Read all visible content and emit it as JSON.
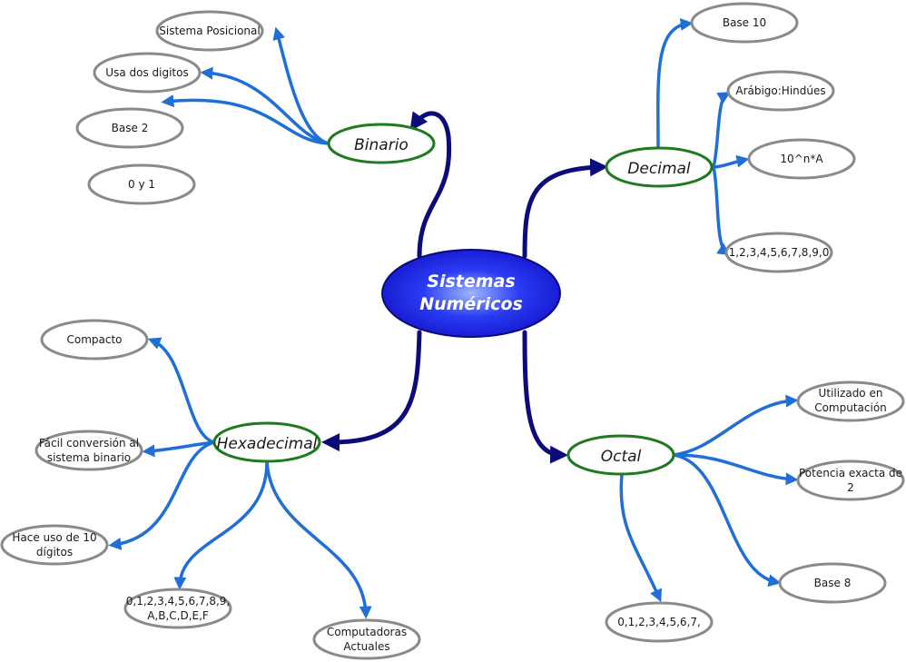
{
  "colors": {
    "center_fill": "#1a1ae6",
    "center_stroke": "#0a0a7a",
    "main_connector": "#0b0b7a",
    "branch_stroke": "#1e7a1e",
    "leaf_connector": "#1f6fd6",
    "leaf_stroke": "#8a8a8a",
    "center_text": "#ffffff",
    "branch_text": "#1a1a1a",
    "leaf_text": "#1a1a1a"
  },
  "center": {
    "lines": [
      "Sistemas",
      "Numéricos"
    ]
  },
  "branches": {
    "binario": {
      "label": "Binario"
    },
    "decimal": {
      "label": "Decimal"
    },
    "hexadecimal": {
      "label": "Hexadecimal"
    },
    "octal": {
      "label": "Octal"
    }
  },
  "leaves": {
    "binario_1": {
      "lines": [
        "Sistema Posicional"
      ]
    },
    "binario_2": {
      "lines": [
        "Usa dos digitos"
      ]
    },
    "binario_3": {
      "lines": [
        "Base 2"
      ]
    },
    "binario_4": {
      "lines": [
        "0 y 1"
      ]
    },
    "decimal_1": {
      "lines": [
        "Base 10"
      ]
    },
    "decimal_2": {
      "lines": [
        "Arábigo:Hindúes"
      ]
    },
    "decimal_3": {
      "lines": [
        "10^n*A"
      ]
    },
    "decimal_4": {
      "lines": [
        "1,2,3,4,5,6,7,8,9,0"
      ]
    },
    "hexa_1": {
      "lines": [
        "Compacto"
      ]
    },
    "hexa_2": {
      "lines": [
        "Fácil conversión al",
        "sistema binario"
      ]
    },
    "hexa_3": {
      "lines": [
        "Hace uso de 10",
        "dígitos"
      ]
    },
    "hexa_4": {
      "lines": [
        "0,1,2,3,4,5,6,7,8,9,",
        "A,B,C,D,E,F"
      ]
    },
    "hexa_5": {
      "lines": [
        "Computadoras",
        "Actuales"
      ]
    },
    "octal_1": {
      "lines": [
        "Utilizado en",
        "Computación"
      ]
    },
    "octal_2": {
      "lines": [
        "Potencia exacta de",
        "2"
      ]
    },
    "octal_3": {
      "lines": [
        "Base 8"
      ]
    },
    "octal_4": {
      "lines": [
        "0,1,2,3,4,5,6,7,"
      ]
    }
  }
}
